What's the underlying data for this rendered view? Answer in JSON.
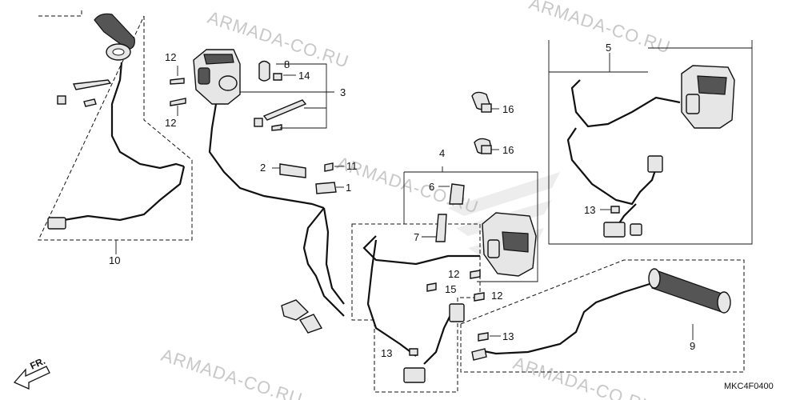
{
  "diagram_code": "MKC4F0400",
  "front_arrow": "FR.",
  "watermark": "ARMADA-CO.RU",
  "callouts": [
    "1",
    "2",
    "3",
    "4",
    "5",
    "6",
    "7",
    "8",
    "9",
    "10",
    "11",
    "12",
    "13",
    "14",
    "15",
    "16"
  ],
  "labels": {
    "c1": "1",
    "c2": "2",
    "c3": "3",
    "c4": "4",
    "c5": "5",
    "c6": "6",
    "c7": "7",
    "c8": "8",
    "c9": "9",
    "c10": "10",
    "c11": "11",
    "c12a": "12",
    "c12b": "12",
    "c12c": "12",
    "c12d": "12",
    "c13a": "13",
    "c13b": "13",
    "c13c": "13",
    "c14": "14",
    "c15": "15",
    "c16a": "16",
    "c16b": "16"
  }
}
